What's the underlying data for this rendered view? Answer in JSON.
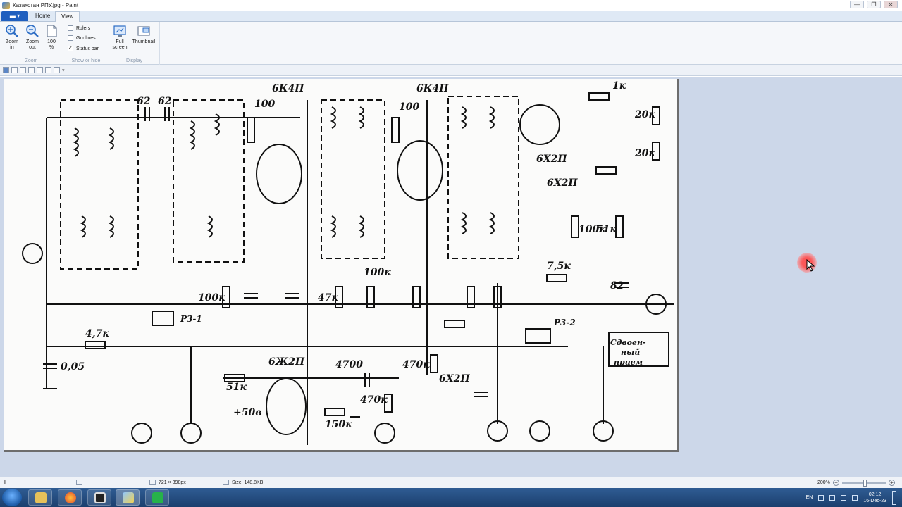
{
  "window": {
    "title": "Казахстан РПУ.jpg - Paint",
    "minimize": "—",
    "maximize": "❐",
    "close": "✕"
  },
  "ribbon": {
    "file_menu": "▾",
    "tabs": [
      {
        "label": "Home"
      },
      {
        "label": "View"
      }
    ],
    "active_tab": "View",
    "groups": {
      "zoom": {
        "label": "Zoom",
        "buttons": [
          {
            "line1": "Zoom",
            "line2": "in"
          },
          {
            "line1": "Zoom",
            "line2": "out"
          },
          {
            "line1": "100",
            "line2": "%"
          }
        ]
      },
      "show_hide": {
        "label": "Show or hide",
        "options": [
          {
            "label": "Rulers",
            "checked": false,
            "mark": ""
          },
          {
            "label": "Gridlines",
            "checked": false,
            "mark": ""
          },
          {
            "label": "Status bar",
            "checked": true,
            "mark": "✓"
          }
        ]
      },
      "display": {
        "label": "Display",
        "buttons": [
          {
            "line1": "Full",
            "line2": "screen"
          },
          {
            "line1": "Thumbnail",
            "line2": ""
          }
        ]
      }
    }
  },
  "canvas": {
    "background": "#ccd7e9",
    "image_description_icon": "radio-schematic-image"
  },
  "statusbar": {
    "dimensions": "721 × 398px",
    "size": "Size: 148.8KB",
    "zoom": "200%"
  },
  "taskbar": {
    "apps": [
      "windows-explorer-icon",
      "firefox-icon",
      "camera-icon",
      "paint-icon",
      "phone-icon"
    ],
    "language": "EN",
    "time": "02:12",
    "date": "16-Dec-23"
  }
}
